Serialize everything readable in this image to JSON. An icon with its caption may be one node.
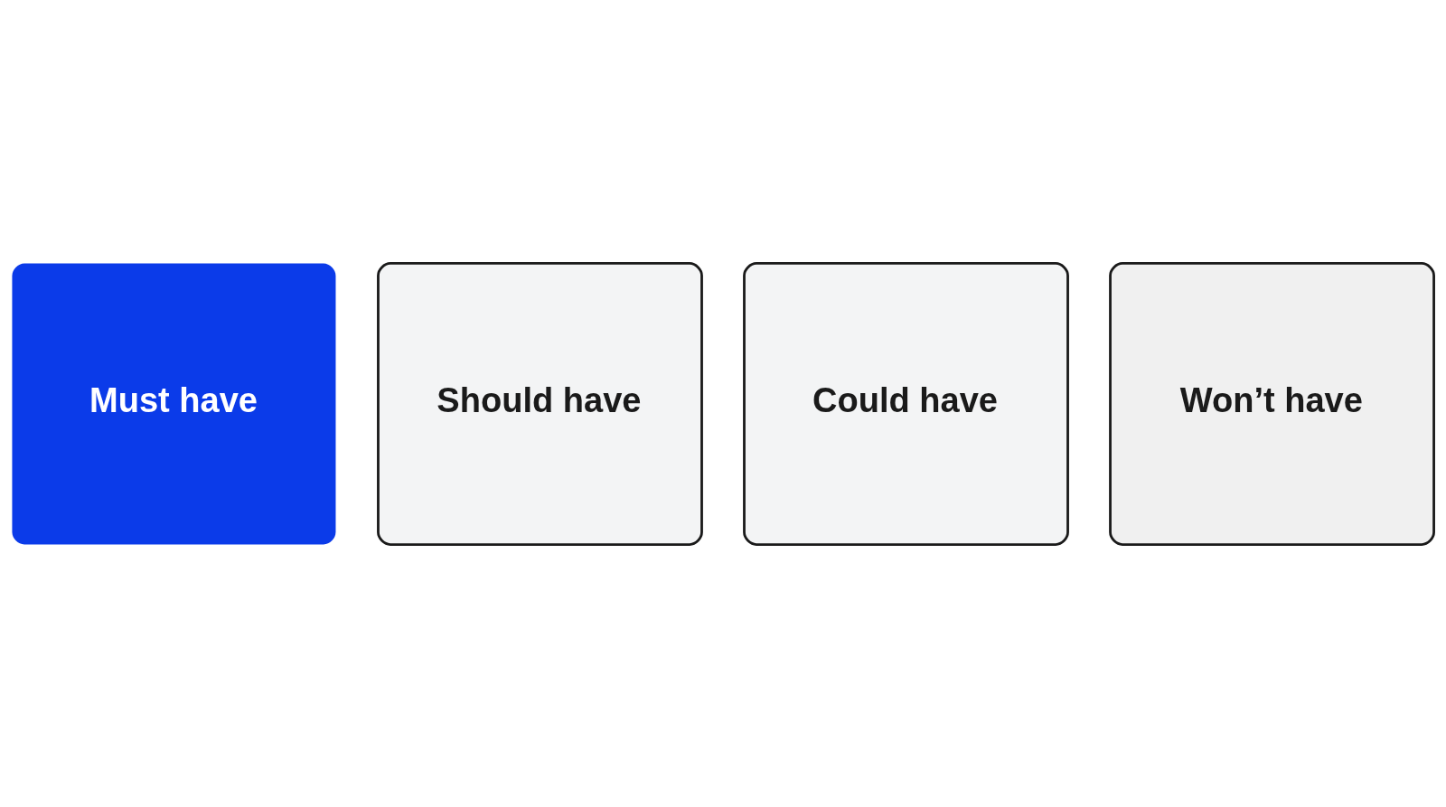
{
  "diagram": {
    "nodes": [
      {
        "text": [
          "Must have"
        ]
      },
      {
        "text": [
          "Should have"
        ]
      },
      {
        "text": [
          "Could have"
        ]
      },
      {
        "text": [
          "Won’t have"
        ]
      }
    ]
  }
}
